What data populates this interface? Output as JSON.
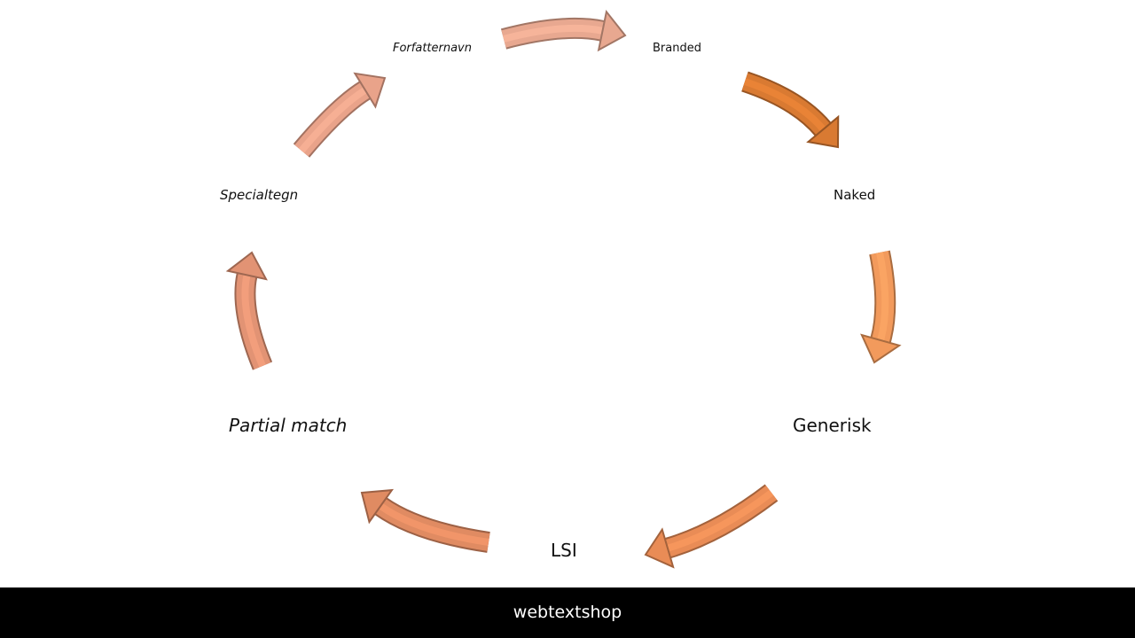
{
  "labels": {
    "forfatternavn": "Forfatternavn",
    "branded": "Branded",
    "naked": "Naked",
    "generisk": "Generisk",
    "lsi": "LSI",
    "partial_match": "Partial match",
    "specialtegn": "Specialtegn"
  },
  "arrows": [
    {
      "from": "Forfatternavn",
      "to": "Branded",
      "color": "#e8a890"
    },
    {
      "from": "Branded",
      "to": "Naked",
      "color": "#d97a32"
    },
    {
      "from": "Naked",
      "to": "Generisk",
      "color": "#f29a5c"
    },
    {
      "from": "Generisk",
      "to": "LSI",
      "color": "#e98c56"
    },
    {
      "from": "LSI",
      "to": "Partial match",
      "color": "#e08b62"
    },
    {
      "from": "Partial match",
      "to": "Specialtegn",
      "color": "#e29374"
    },
    {
      "from": "Specialtegn",
      "to": "Forfatternavn",
      "color": "#e9a38a"
    }
  ],
  "footer": {
    "brand": "webtextshop"
  }
}
